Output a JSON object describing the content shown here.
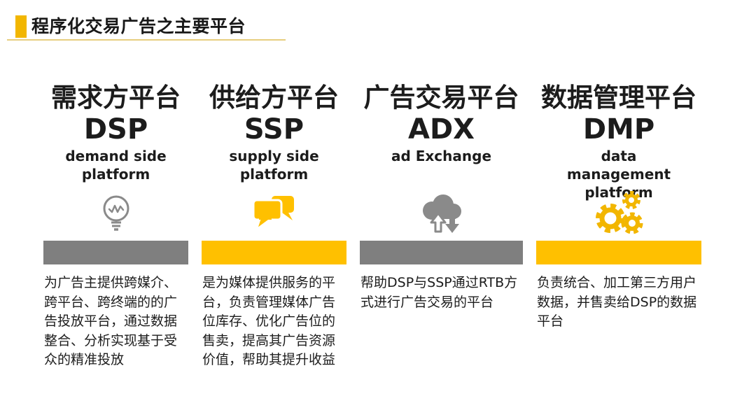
{
  "header": {
    "title": "程序化交易广告之主要平台"
  },
  "colors": {
    "accent_yellow": "#F2B600",
    "bar_yellow": "#FFC000",
    "bar_gray": "#7F7F7F",
    "underline_gold": "#E7CE7E",
    "icon_gray": "#8A8A8A",
    "text": "#1C1C1C",
    "background": "#FFFFFF"
  },
  "columns": [
    {
      "title_zh": "需求方平台",
      "acronym": "DSP",
      "title_en": "demand side platform",
      "icon": "lightbulb-icon",
      "bar_color": "gray",
      "description": "为广告主提供跨媒介、跨平台、跨终端的的广告投放平台，通过数据整合、分析实现基于受众的精准投放"
    },
    {
      "title_zh": "供给方平台",
      "acronym": "SSP",
      "title_en": "supply side platform",
      "icon": "chat-bubbles-icon",
      "bar_color": "yellow",
      "description": "是为媒体提供服务的平台，负责管理媒体广告位库存、优化广告位的售卖，提高其广告资源价值，帮助其提升收益"
    },
    {
      "title_zh": "广告交易平台",
      "acronym": "ADX",
      "title_en": "ad Exchange",
      "icon": "cloud-sync-icon",
      "bar_color": "gray",
      "description": "帮助DSP与SSP通过RTB方式进行广告交易的平台"
    },
    {
      "title_zh": "数据管理平台",
      "acronym": "DMP",
      "title_en": "data management platform",
      "icon": "gears-icon",
      "bar_color": "yellow",
      "description": "负责统合、加工第三方用户数据，并售卖给DSP的数据平台"
    }
  ]
}
